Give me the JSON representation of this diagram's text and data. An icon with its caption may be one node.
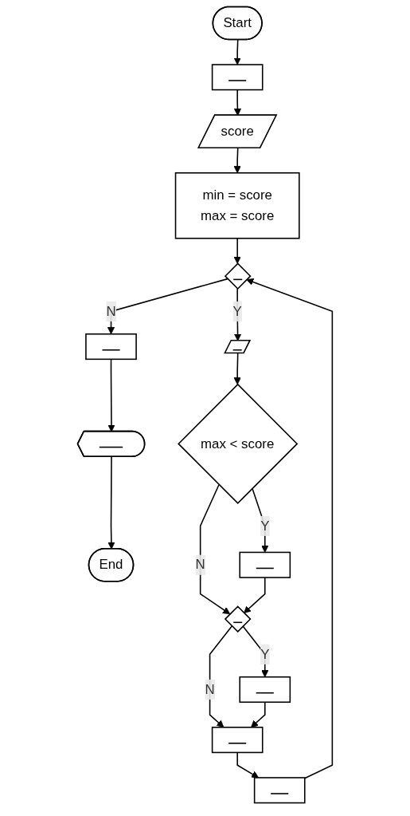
{
  "diagram": {
    "nodes": [
      {
        "text": [
          "Start"
        ]
      },
      {
        "text": [],
        "shape": "box"
      },
      {
        "text": [
          "score"
        ]
      },
      {
        "text": [
          "min = score",
          "max = score"
        ]
      },
      {
        "text": [],
        "shape": "diamond"
      },
      {
        "text": [],
        "shape": "box"
      },
      {
        "text": [],
        "shape": "display"
      },
      {
        "text": [
          "End"
        ]
      },
      {
        "text": [],
        "shape": "parallelogram"
      },
      {
        "text": [
          "max < score"
        ]
      },
      {
        "text": [],
        "shape": "box"
      },
      {
        "text": [],
        "shape": "diamond"
      },
      {
        "text": [],
        "shape": "box"
      },
      {
        "text": [],
        "shape": "box"
      },
      {
        "text": [],
        "shape": "box"
      }
    ],
    "edges": [
      {
        "from": 0,
        "to": 1,
        "arrow": "to"
      },
      {
        "from": 1,
        "to": 2,
        "arrow": "to"
      },
      {
        "from": 2,
        "to": 3,
        "arrow": "to"
      },
      {
        "from": 3,
        "to": 4,
        "arrow": "to"
      },
      {
        "from": 4,
        "to": 5,
        "arrow": "to",
        "label": "N"
      },
      {
        "from": 5,
        "to": 6,
        "arrow": "to"
      },
      {
        "from": 6,
        "to": 7,
        "arrow": "to"
      },
      {
        "from": 4,
        "to": 8,
        "arrow": "to",
        "label": "Y"
      },
      {
        "from": 8,
        "to": 9,
        "arrow": "to"
      },
      {
        "from": 9,
        "to": 10,
        "arrow": "to",
        "label": "Y"
      },
      {
        "from": 9,
        "to": 11,
        "arrow": "to",
        "label": "N"
      },
      {
        "from": 10,
        "to": 11,
        "arrow": "to"
      },
      {
        "from": 11,
        "to": 12,
        "arrow": "to",
        "label": "Y"
      },
      {
        "from": 11,
        "to": 13,
        "arrow": "to",
        "label": "N"
      },
      {
        "from": 12,
        "to": 13,
        "arrow": "to"
      },
      {
        "from": 13,
        "to": 14,
        "arrow": "to"
      },
      {
        "from": 14,
        "to": 4,
        "arrow": "to"
      }
    ]
  }
}
